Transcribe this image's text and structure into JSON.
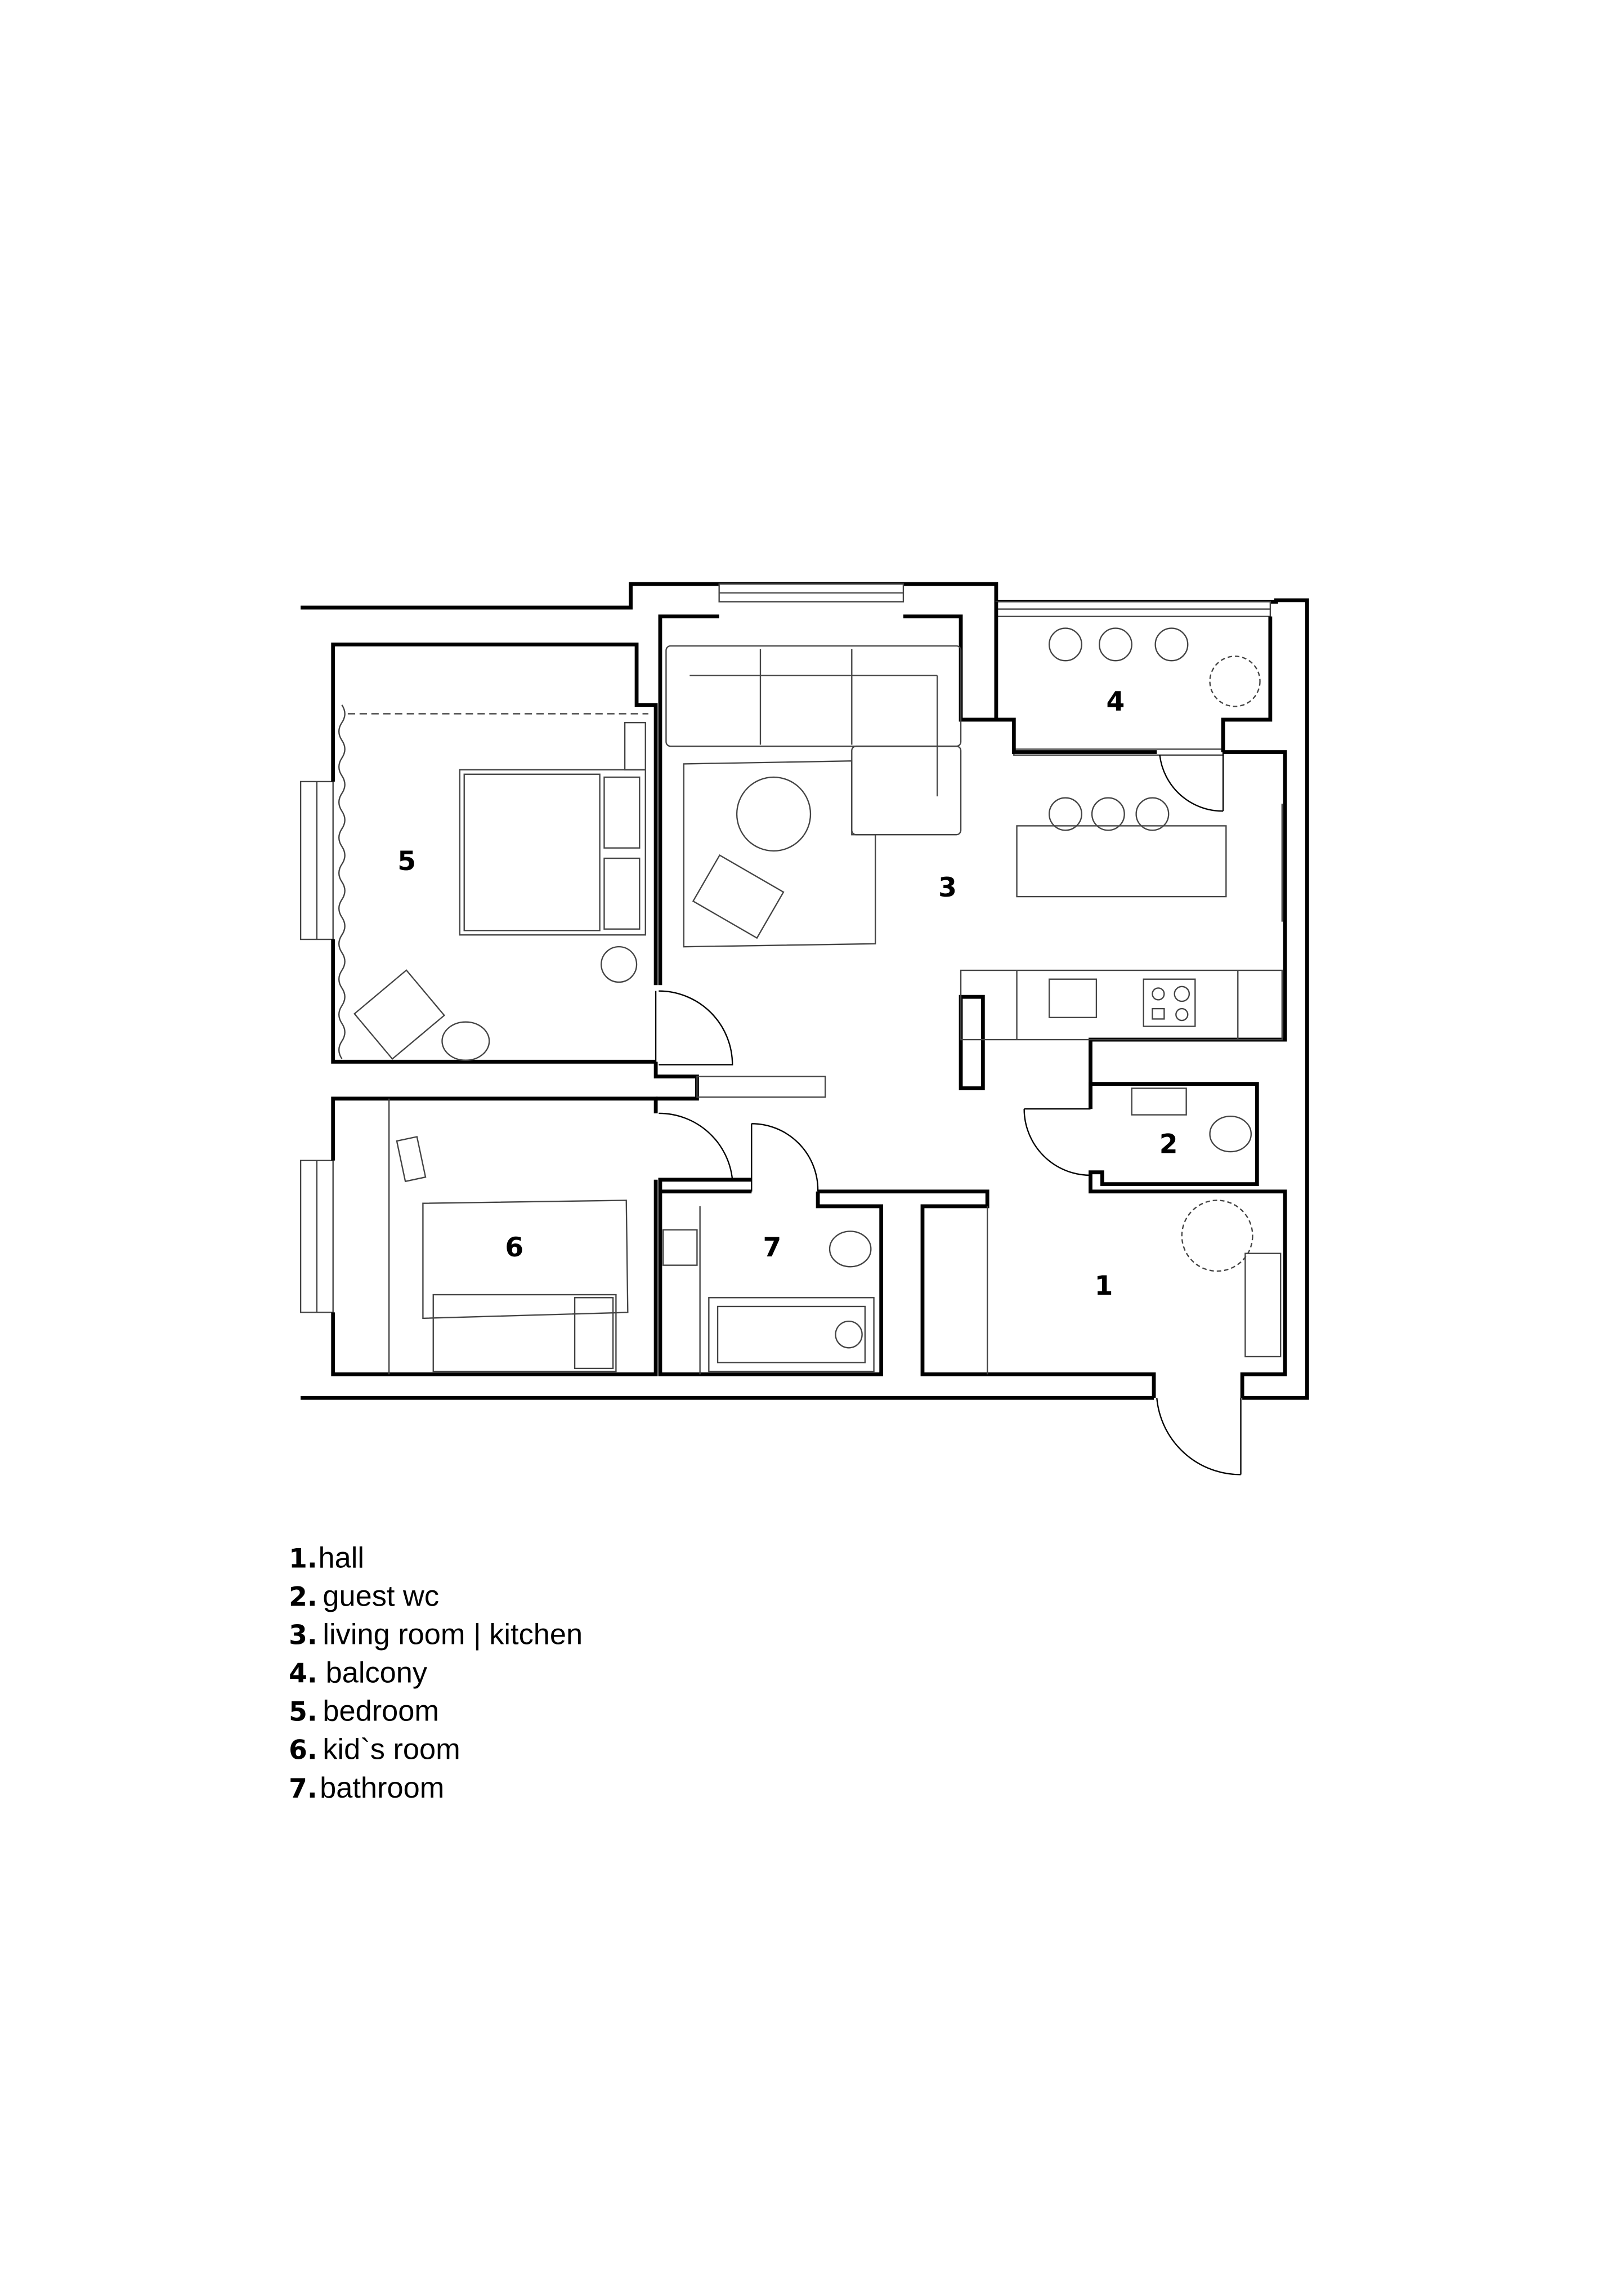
{
  "plan": {
    "room_labels": [
      "1",
      "2",
      "3",
      "4",
      "5",
      "6",
      "7"
    ]
  },
  "legend": {
    "items": [
      {
        "number": "1.",
        "name": "hall"
      },
      {
        "number": "2.",
        "name": "guest wc"
      },
      {
        "number": "3.",
        "name": "living room | kitchen"
      },
      {
        "number": "4.",
        "name": "balcony"
      },
      {
        "number": "5.",
        "name": "bedroom"
      },
      {
        "number": "6.",
        "name": "kid`s room"
      },
      {
        "number": "7.",
        "name": "bathroom"
      }
    ]
  },
  "colors": {
    "walls": "#000000",
    "furniture": "#444444",
    "background": "#ffffff"
  }
}
